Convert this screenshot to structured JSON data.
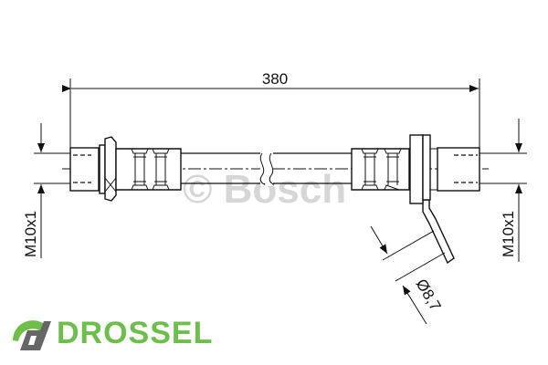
{
  "drawing": {
    "length_dimension": "380",
    "thread_left": "M10x1",
    "thread_right": "M10x1",
    "bracket_hole_diameter": "Ø8,7"
  },
  "watermark": {
    "text": "© Bosch"
  },
  "logo": {
    "text": "DROSSEL",
    "color": "#6cc04a"
  }
}
